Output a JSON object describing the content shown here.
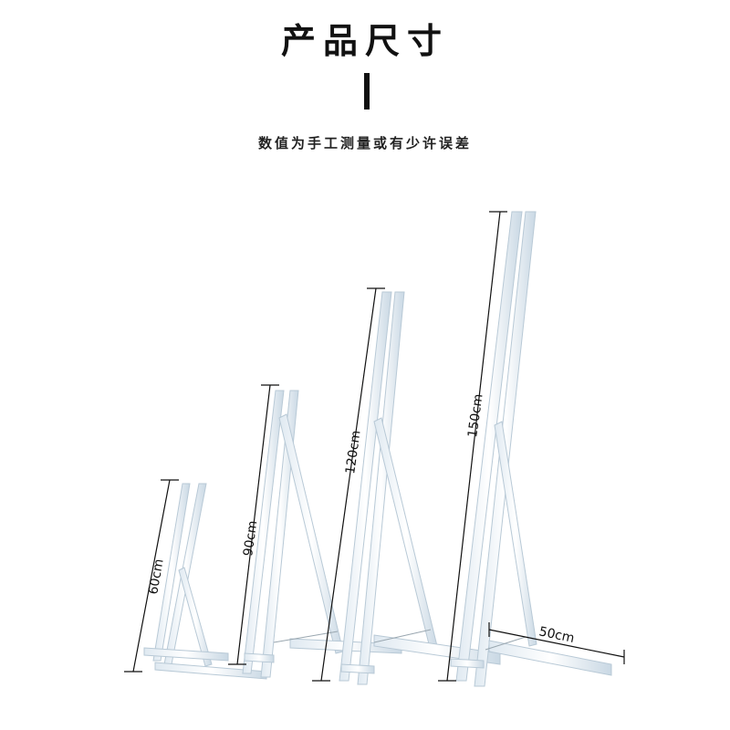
{
  "heading": {
    "title": "产品尺寸",
    "note": "数值为手工测量或有少许误差"
  },
  "dimensions": {
    "easel_60": "60cm",
    "easel_90": "90cm",
    "easel_120": "120cm",
    "easel_150": "150cm",
    "width": "50cm"
  },
  "colors": {
    "frame": "#e9f1f7",
    "frame_edge": "#b8c9d6",
    "line": "#111111"
  }
}
